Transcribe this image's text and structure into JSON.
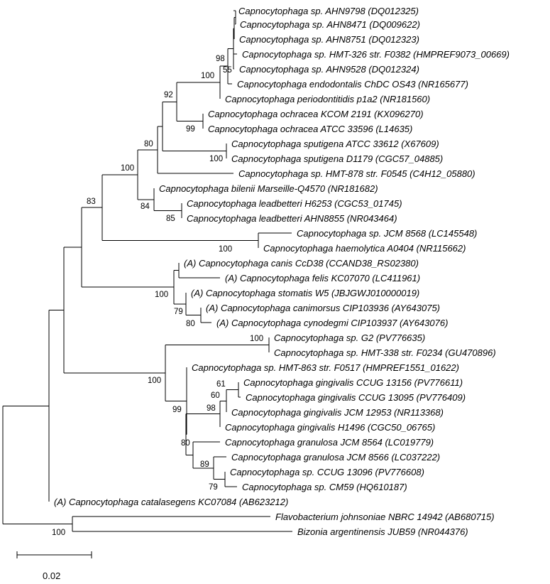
{
  "taxa": [
    {
      "id": "t1",
      "name": "Capnocytophaga sp. AHN9798",
      "acc": "(DQ012325)"
    },
    {
      "id": "t2",
      "name": "Capnocytophaga sp. AHN8471",
      "acc": "(DQ009622)"
    },
    {
      "id": "t3",
      "name": "Capnocytophaga sp. AHN8751",
      "acc": "(DQ012323)"
    },
    {
      "id": "t4",
      "name": "Capnocytophaga sp. HMT-326 str. F0382",
      "acc": "(HMPREF9073_00669)"
    },
    {
      "id": "t5",
      "name": "Capnocytophaga sp. AHN9528",
      "acc": "(DQ012324)"
    },
    {
      "id": "t6",
      "name": "Capnocytophaga endodontalis ChDC OS43",
      "acc": "(NR165677)"
    },
    {
      "id": "t7",
      "name": "Capnocytophaga periodontitidis p1a2",
      "acc": "(NR181560)"
    },
    {
      "id": "t8",
      "name": "Capnocytophaga ochracea KCOM 2191",
      "acc": "(KX096270)"
    },
    {
      "id": "t9",
      "name": "Capnocytophaga ochracea ATCC 33596",
      "acc": "(L14635)"
    },
    {
      "id": "t10",
      "name": "Capnocytophaga sputigena ATCC 33612",
      "acc": "(X67609)"
    },
    {
      "id": "t11",
      "name": "Capnocytophaga sputigena D1179",
      "acc": "(CGC57_04885)"
    },
    {
      "id": "t12",
      "name": "Capnocytophaga sp. HMT-878 str. F0545",
      "acc": "(C4H12_05880)"
    },
    {
      "id": "t13",
      "name": "Capnocytophaga bilenii Marseille-Q4570",
      "acc": "(NR181682)"
    },
    {
      "id": "t14",
      "name": "Capnocytophaga leadbetteri H6253",
      "acc": "(CGC53_01745)"
    },
    {
      "id": "t15",
      "name": "Capnocytophaga leadbetteri AHN8855",
      "acc": "(NR043464)"
    },
    {
      "id": "t16",
      "name": "Capnocytophaga sp. JCM 8568",
      "acc": "(LC145548)"
    },
    {
      "id": "t17",
      "name": "Capnocytophaga haemolytica A0404",
      "acc": "(NR115662)"
    },
    {
      "id": "t18",
      "name": "(A) Capnocytophaga canis CcD38",
      "acc": "(CCAND38_RS02380)"
    },
    {
      "id": "t19",
      "name": "(A) Capnocytophaga felis KC07070",
      "acc": "(LC411961)"
    },
    {
      "id": "t20",
      "name": "(A) Capnocytophaga stomatis W5",
      "acc": "(JBJGWJ010000019)"
    },
    {
      "id": "t21",
      "name": "(A) Capnocytophaga canimorsus CIP103936",
      "acc": "(AY643075)"
    },
    {
      "id": "t22",
      "name": "(A) Capnocytophaga cynodegmi CIP103937",
      "acc": "(AY643076)"
    },
    {
      "id": "t23",
      "name": "Capnocytophaga sp. G2",
      "acc": "(PV776635)"
    },
    {
      "id": "t24",
      "name": "Capnocytophaga sp. HMT-338 str. F0234",
      "acc": "(GU470896)"
    },
    {
      "id": "t25",
      "name": "Capnocytophaga sp. HMT-863 str. F0517",
      "acc": "(HMPREF1551_01622)"
    },
    {
      "id": "t26",
      "name": "Capnocytophaga gingivalis CCUG 13156",
      "acc": "(PV776611)"
    },
    {
      "id": "t27",
      "name": "Capnocytophaga gingivalis CCUG 13095",
      "acc": "(PV776409)"
    },
    {
      "id": "t28",
      "name": "Capnocytophaga gingivalis JCM 12953",
      "acc": "(NR113368)"
    },
    {
      "id": "t29",
      "name": "Capnocytophaga gingivalis H1496",
      "acc": "(CGC50_06765)"
    },
    {
      "id": "t30",
      "name": "Capnocytophaga granulosa JCM 8564",
      "acc": "(LC019779)"
    },
    {
      "id": "t31",
      "name": "Capnocytophaga granulosa JCM 8566",
      "acc": "(LC037222)"
    },
    {
      "id": "t32",
      "name": "Capnocytophaga sp. CCUG 13096",
      "acc": "(PV776608)"
    },
    {
      "id": "t33",
      "name": "Capnocytophaga sp. CM59",
      "acc": "(HQ610187)"
    },
    {
      "id": "t34",
      "name": "(A) Capnocytophaga catalasegens KC07084",
      "acc": "(AB623212)"
    },
    {
      "id": "t35",
      "name": "Flavobacterium johnsoniae NBRC 14942",
      "acc": "(AB680715)"
    },
    {
      "id": "t36",
      "name": "Bizonia argentinensis JUB59",
      "acc": "(NR044376)"
    }
  ],
  "bootstrap": {
    "b98": "98",
    "b55": "55",
    "b100a": "100",
    "b92": "92",
    "b99a": "99",
    "b100b": "100",
    "b80a": "80",
    "b100c": "100",
    "b84": "84",
    "b85": "85",
    "b83": "83",
    "b100d": "100",
    "b100e": "100",
    "b79a": "79",
    "b80b": "80",
    "b100f": "100",
    "b100g": "100",
    "b99b": "99",
    "b61": "61",
    "b60": "60",
    "b98b": "98",
    "b80c": "80",
    "b89": "89",
    "b79b": "79",
    "b100h": "100"
  },
  "scale_bar": {
    "label": "0.02"
  }
}
